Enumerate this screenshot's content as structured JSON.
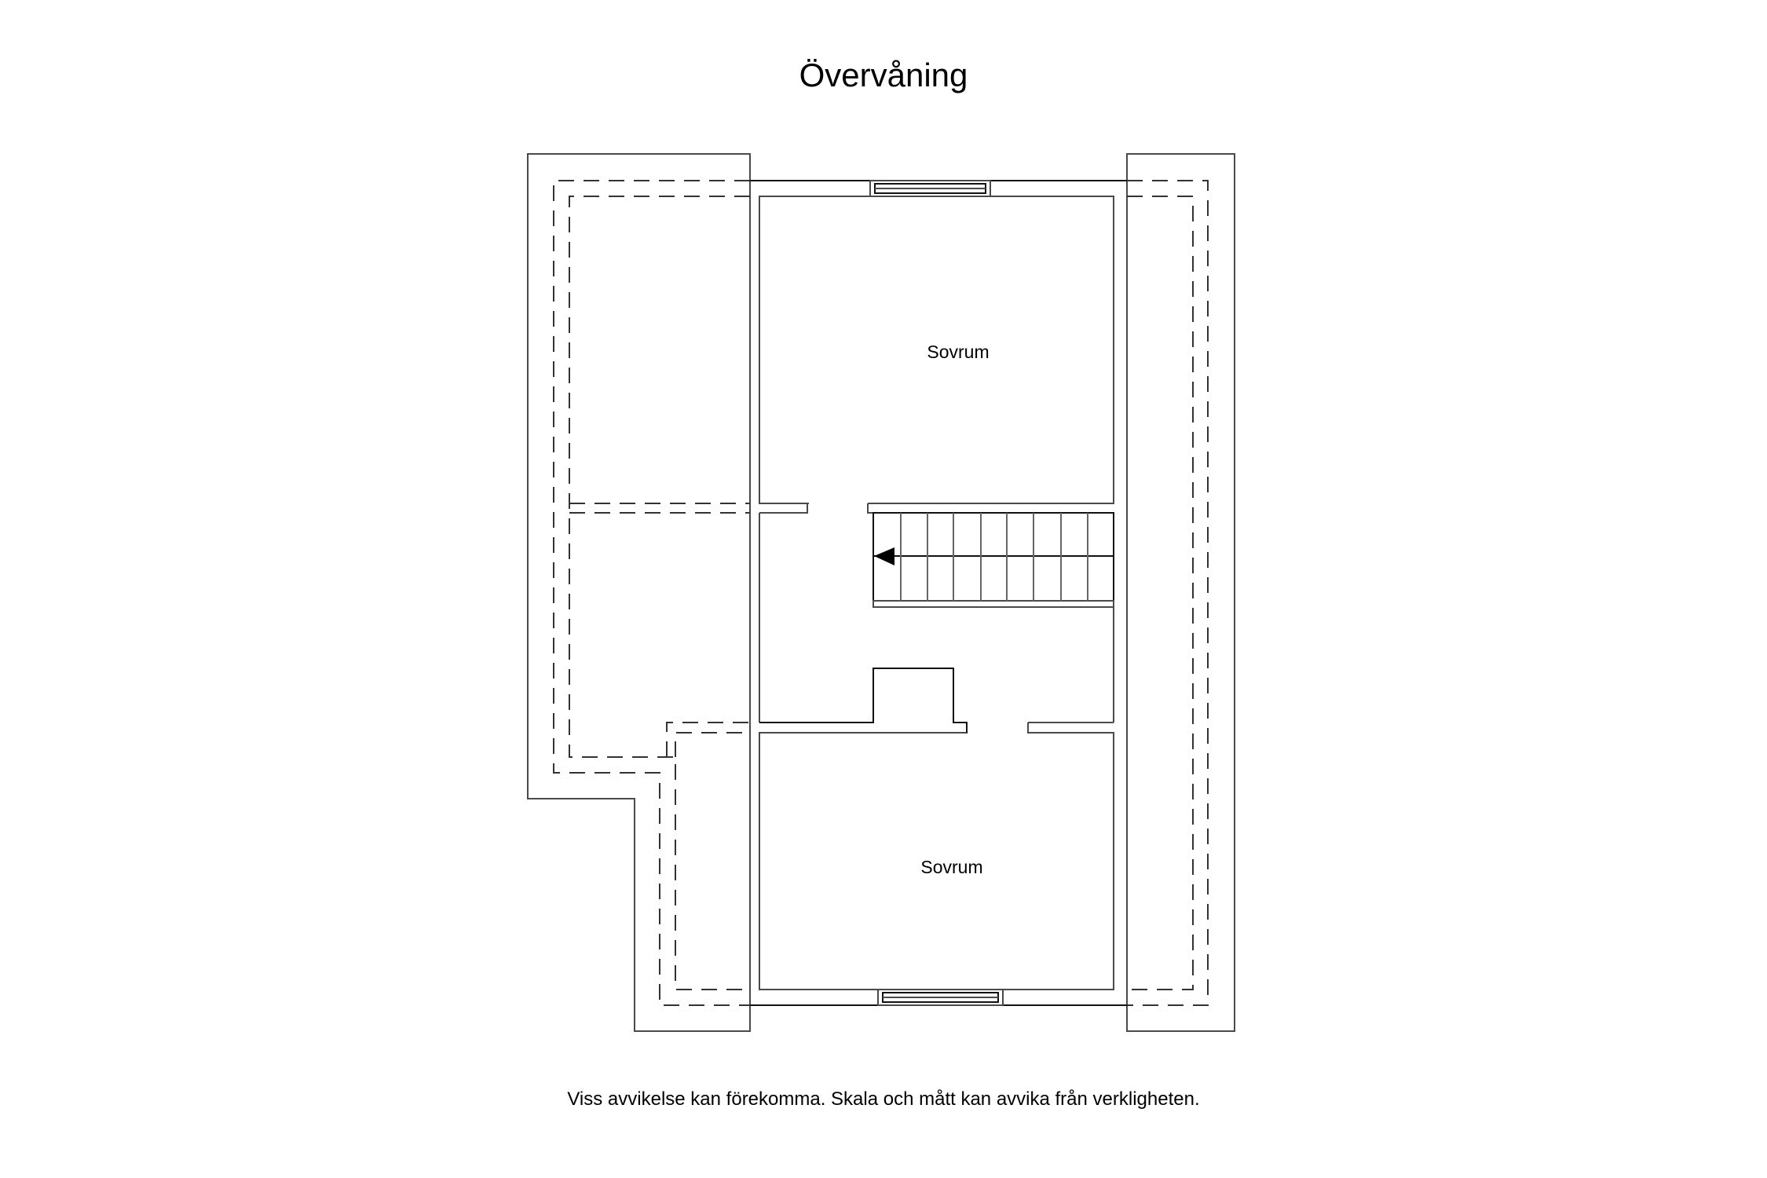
{
  "title": "Övervåning",
  "rooms": [
    {
      "label": "Sovrum",
      "position": "upper"
    },
    {
      "label": "Sovrum",
      "position": "lower"
    }
  ],
  "stairs": {
    "tread_count": 9,
    "direction": "left"
  },
  "disclaimer": "Viss avvikelse kan förekomma. Skala och mått kan avvika från verkligheten.",
  "colors": {
    "line": "#000000",
    "background": "#ffffff"
  }
}
